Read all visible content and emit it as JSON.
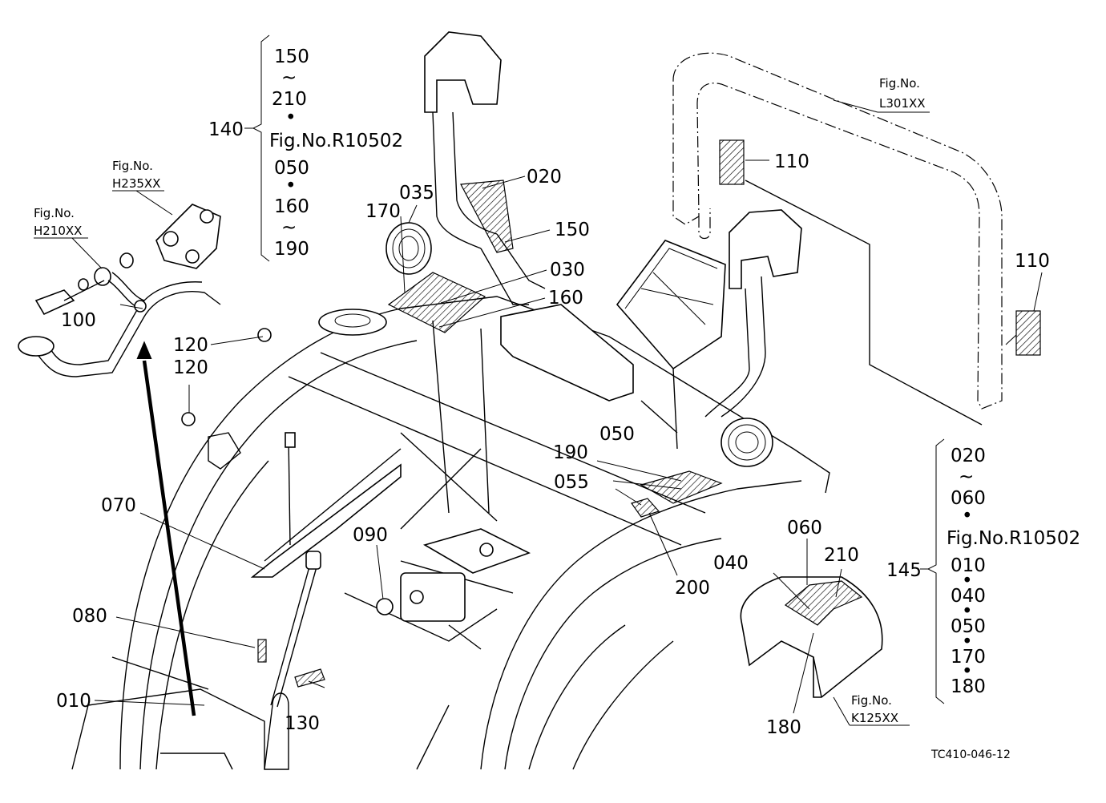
{
  "diagram": {
    "drawing_code": "TC410-046-12",
    "callouts": {
      "p010": "010",
      "p020": "020",
      "p030": "030",
      "p035": "035",
      "p040": "040",
      "p050_top": "050",
      "p055": "055",
      "p060": "060",
      "p070": "070",
      "p080": "080",
      "p090": "090",
      "p100": "100",
      "p110_a": "110",
      "p110_b": "110",
      "p120_a": "120",
      "p120_b": "120",
      "p130": "130",
      "p150": "150",
      "p160": "160",
      "p170": "170",
      "p180": "180",
      "p190": "190",
      "p200": "200",
      "p210": "210"
    },
    "figure_refs": {
      "h235": {
        "prefix": "Fig.No.",
        "code": "H235XX"
      },
      "h210": {
        "prefix": "Fig.No.",
        "code": "H210XX"
      },
      "l301": {
        "prefix": "Fig.No.",
        "code": "L301XX"
      },
      "k125": {
        "prefix": "Fig.No.",
        "code": "K125XX"
      }
    },
    "kit_140": {
      "number": "140",
      "lines": [
        "150",
        "~",
        "210",
        "•",
        "Fig.No.R10502",
        "050",
        "•",
        "160",
        "~",
        "190"
      ]
    },
    "kit_145": {
      "number": "145",
      "lines": [
        "020",
        "~",
        "060",
        "•",
        "Fig.No.R10502",
        "010",
        "•",
        "040",
        "•",
        "050",
        "•",
        "170",
        "•",
        "180"
      ]
    }
  }
}
